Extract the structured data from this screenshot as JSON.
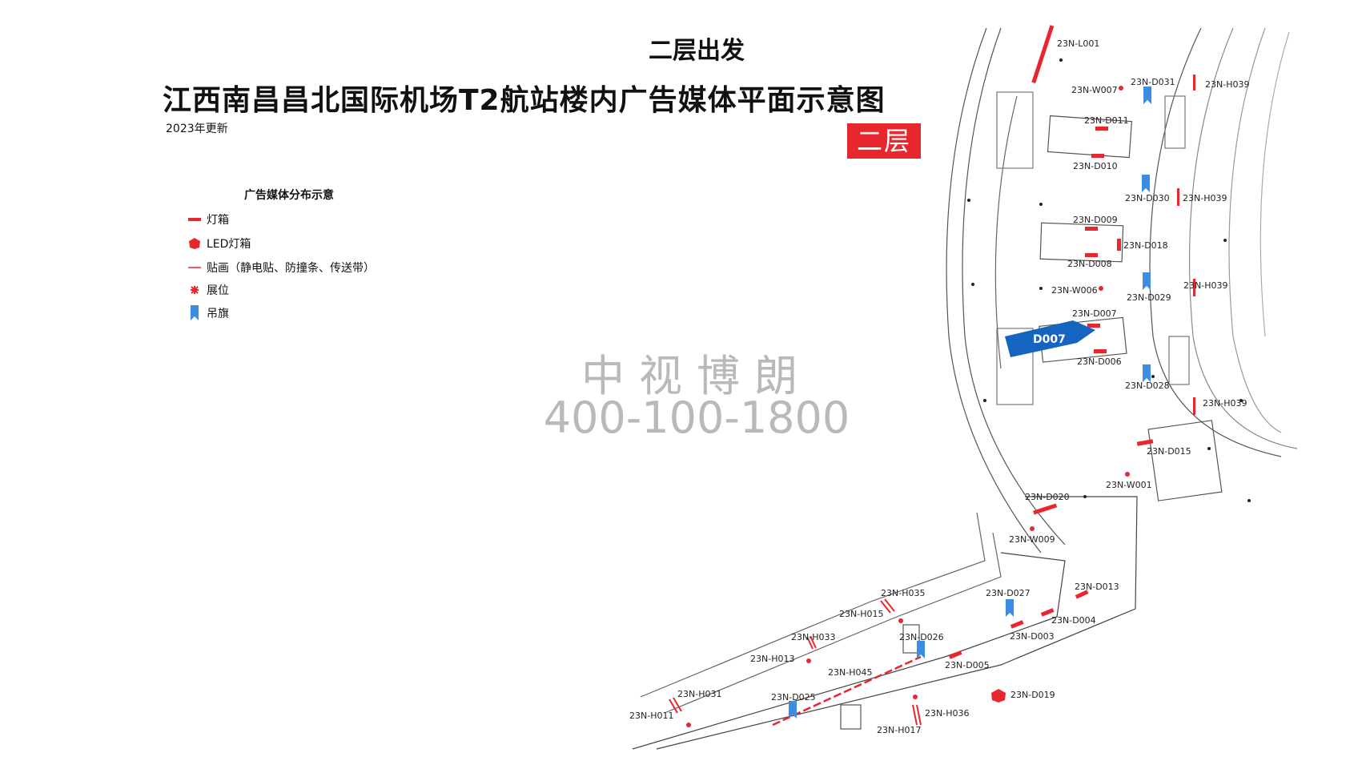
{
  "header": {
    "floor_heading": "二层出发",
    "title": "江西南昌昌北国际机场T2航站楼内广告媒体平面示意图",
    "updated": "2023年更新",
    "floor_badge": "二层"
  },
  "legend": {
    "title": "广告媒体分布示意",
    "items": [
      {
        "label": "灯箱",
        "icon": "lightbox-bar-icon"
      },
      {
        "label": "LED灯箱",
        "icon": "led-hexagon-icon"
      },
      {
        "label": "贴画（静电贴、防撞条、传送带）",
        "icon": "decal-line-icon"
      },
      {
        "label": "展位",
        "icon": "booth-star-icon"
      },
      {
        "label": "吊旗",
        "icon": "hanging-flag-icon"
      }
    ]
  },
  "watermark": {
    "company": "中视博朗",
    "phone": "400-100-1800"
  },
  "highlight": {
    "label": "D007"
  },
  "colors": {
    "red": "#e8262d",
    "blue": "#3a8de0",
    "highlight": "#1565c0",
    "line": "#333333"
  },
  "map_labels": {
    "L001": "23N-L001",
    "W007": "23N-W007",
    "D031": "23N-D031",
    "H039a": "23N-H039",
    "D011": "23N-D011",
    "D010": "23N-D010",
    "D030": "23N-D030",
    "H039b": "23N-H039",
    "D009": "23N-D009",
    "D018": "23N-D018",
    "D008": "23N-D008",
    "W006": "23N-W006",
    "D029": "23N-D029",
    "H039c": "23N-H039",
    "D007": "23N-D007",
    "D006": "23N-D006",
    "D028": "23N-D028",
    "H039d": "23N-H039",
    "D015": "23N-D015",
    "W001": "23N-W001",
    "D020": "23N-D020",
    "W009": "23N-W009",
    "H035": "23N-H035",
    "D027": "23N-D027",
    "D013": "23N-D013",
    "H015": "23N-H015",
    "D004": "23N-D004",
    "H033": "23N-H033",
    "D026": "23N-D026",
    "D003": "23N-D003",
    "H013": "23N-H013",
    "H045": "23N-H045",
    "D005": "23N-D005",
    "H031": "23N-H031",
    "D025": "23N-D025",
    "D019": "23N-D019",
    "H011": "23N-H011",
    "H036": "23N-H036",
    "H017": "23N-H017"
  }
}
